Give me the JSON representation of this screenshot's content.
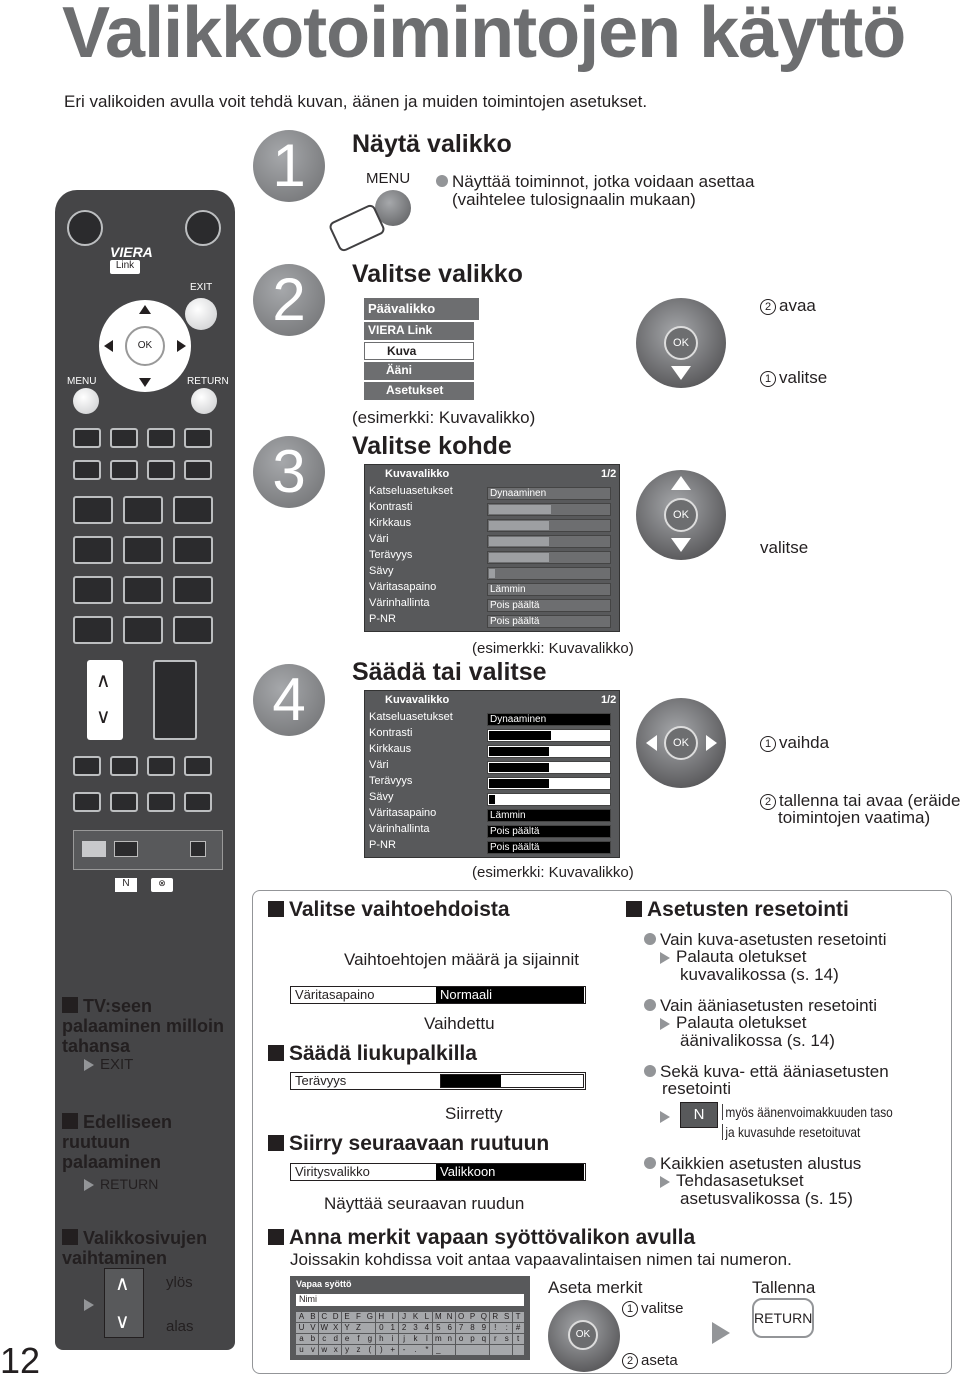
{
  "page": {
    "title": "Valikkotoimintojen käyttö",
    "subtitle": "Eri valikoiden avulla voit tehdä kuvan, äänen ja muiden toimintojen asetukset.",
    "page_number": "12"
  },
  "steps": {
    "s1": {
      "num": "1",
      "title": "Näytä valikko",
      "key": "MENU",
      "desc1": "Näyttää toiminnot, jotka voidaan asettaa",
      "desc2": "(vaihtelee tulosignaalin mukaan)"
    },
    "s2": {
      "num": "2",
      "title": "Valitse valikko",
      "menu_title": "Päävalikko",
      "items": [
        "VIERA Link",
        "Kuva",
        "Ääni",
        "Asetukset"
      ],
      "example": "(esimerkki: Kuvavalikko)",
      "open": "avaa",
      "select": "valitse"
    },
    "s3": {
      "num": "3",
      "title": "Valitse kohde",
      "select": "valitse",
      "example": "(esimerkki: Kuvavalikko)"
    },
    "s4": {
      "num": "4",
      "title": "Säädä tai valitse",
      "change": "vaihda",
      "save1": "tallenna tai avaa (eräiden",
      "save2": "toimintojen vaatima)",
      "example": "(esimerkki: Kuvavalikko)"
    }
  },
  "picture_menu": {
    "title": "Kuvavalikko",
    "page": "1/2",
    "rows": [
      "Katseluasetukset",
      "Kontrasti",
      "Kirkkaus",
      "Väri",
      "Terävyys",
      "Sävy",
      "Väritasapaino",
      "Värinhallinta",
      "P-NR"
    ],
    "values": [
      "Dynaaminen",
      "",
      "",
      "",
      "",
      "",
      "Lämmin",
      "Pois päältä",
      "Pois päältä"
    ]
  },
  "remote": {
    "brand": "VIERA",
    "link": "Link",
    "exit": "EXIT",
    "ok": "OK",
    "menu": "MENU",
    "return": "RETURN",
    "n": "N"
  },
  "sidebar": {
    "tv_heading": "TV:seen palaaminen milloin tahansa",
    "tv_key": "EXIT",
    "prev_heading": "Edelliseen ruutuun palaaminen",
    "prev_key": "RETURN",
    "page_heading": "Valikkosivujen vaihtaminen",
    "up": "ylös",
    "down": "alas"
  },
  "options": {
    "heading": "Valitse vaihtoehdoista",
    "note": "Vaihtoehtojen määrä ja sijainnit",
    "label": "Väritasapaino",
    "value": "Normaali",
    "changed": "Vaihdettu",
    "slider_heading": "Säädä liukupalkilla",
    "slider_label": "Terävyys",
    "moved": "Siirretty",
    "next_heading": "Siirry seuraavaan ruutuun",
    "next_label": "Viritysvalikko",
    "next_value": "Valikkoon",
    "next_note": "Näyttää seuraavan ruudun",
    "free_heading": "Anna merkit vapaan syöttövalikon avulla",
    "free_desc": "Joissakin kohdissa voit antaa vapaavalintaisen nimen tai numeron.",
    "free_title": "Vapaa syöttö",
    "free_name": "Nimi",
    "set_chars": "Aseta merkit",
    "select": "valitse",
    "set": "aseta",
    "store": "Tallenna",
    "return": "RETURN",
    "kb_rows": [
      [
        "A",
        "B",
        "C",
        "D",
        "E",
        "F",
        "G",
        "H",
        "I",
        "J",
        "K",
        "L",
        "M",
        "N",
        "O",
        "P",
        "Q",
        "R",
        "S",
        "T"
      ],
      [
        "U",
        "V",
        "W",
        "X",
        "Y",
        "Z",
        "",
        "0",
        "1",
        "2",
        "3",
        "4",
        "5",
        "6",
        "7",
        "8",
        "9",
        "!",
        ":",
        "#"
      ],
      [
        "a",
        "b",
        "c",
        "d",
        "e",
        "f",
        "g",
        "h",
        "i",
        "j",
        "k",
        "l",
        "m",
        "n",
        "o",
        "p",
        "q",
        "r",
        "s",
        "t"
      ],
      [
        "u",
        "v",
        "w",
        "x",
        "y",
        "z",
        "(",
        ")",
        "+",
        "-",
        ".",
        "*",
        "_",
        "",
        "",
        "",
        "",
        "",
        "",
        ""
      ]
    ]
  },
  "reset": {
    "heading": "Asetusten resetointi",
    "r1": "Vain kuva-asetusten resetointi",
    "r1a": "Palauta oletukset",
    "r1b": "kuvavalikossa (s. 14)",
    "r2": "Vain ääniasetusten resetointi",
    "r2a": "Palauta oletukset",
    "r2b": "äänivalikossa (s. 14)",
    "r3a": "Sekä kuva- että ääniasetusten",
    "r3b": "resetointi",
    "n": "N",
    "r3c": "myös äänenvoimakkuuden taso",
    "r3d": "ja kuvasuhde resetoituvat",
    "r4": "Kaikkien asetusten alustus",
    "r4a": "Tehdasasetukset",
    "r4b": "asetusvalikossa (s. 15)"
  }
}
